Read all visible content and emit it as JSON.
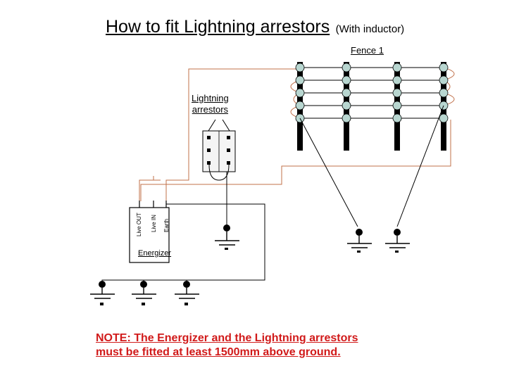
{
  "title": {
    "main": "How to fit Lightning arrestors",
    "sub": "(With inductor)"
  },
  "labels": {
    "fence": "Fence 1",
    "arrestors_line1": "Lightning",
    "arrestors_line2": "arrestors",
    "energizer": "Energizer",
    "live_out": "Live OUT",
    "live_in": "Live IN",
    "earth": "Earth"
  },
  "note": {
    "line1": "NOTE: The Energizer and the Lightning arrestors",
    "line2": "must be fitted at least 1500mm above ground."
  },
  "colors": {
    "note": "#d11a1a",
    "wire_brown": "#c0704a",
    "insulator": "#b8d6d0"
  }
}
